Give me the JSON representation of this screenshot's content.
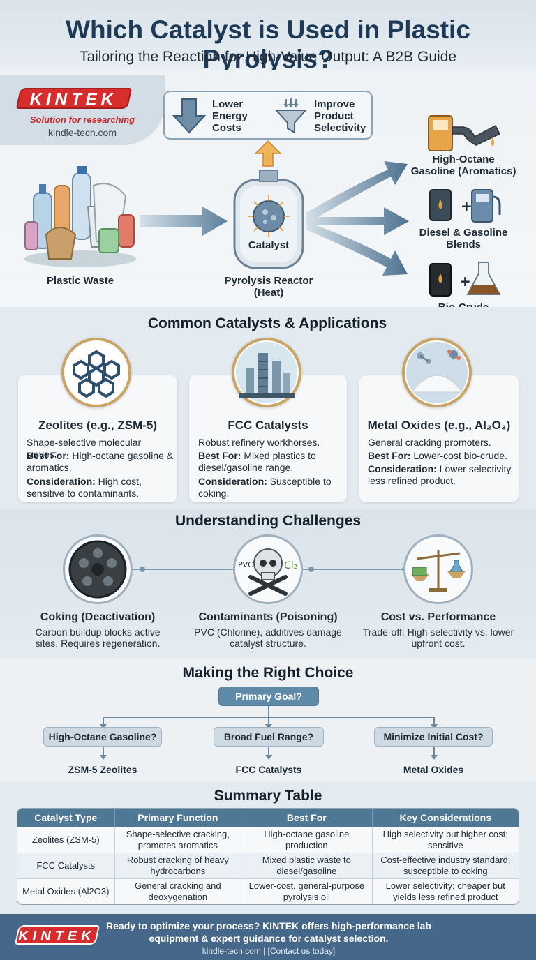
{
  "header": {
    "title": "Which Catalyst is Used in Plastic Pyrolysis?",
    "subtitle": "Tailoring the Reaction for High-Value Output: A B2B Guide"
  },
  "brand": {
    "name": "KINTEK",
    "tagline": "Solution for researching",
    "url": "kindle-tech.com",
    "color": "#d72d2d"
  },
  "process": {
    "benefits": [
      "Lower Energy Costs",
      "Improve Product Selectivity"
    ],
    "input_label": "Plastic Waste",
    "reactor_label": "Pyrolysis Reactor (Heat)",
    "catalyst_label": "Catalyst",
    "outputs": [
      {
        "label": "High-Octane Gasoline (Aromatics)"
      },
      {
        "label": "Diesel & Gasoline Blends"
      },
      {
        "label": "Bio-Crude (Feedstock)"
      }
    ]
  },
  "catalysts": {
    "title": "Common Catalysts & Applications",
    "items": [
      {
        "name": "Zeolites (e.g., ZSM-5)",
        "description": "Shape-selective molecular sieves.",
        "best_for_label": "Best For:",
        "best_for": "High-octane gasoline & aromatics.",
        "consideration_label": "Consideration:",
        "consideration": "High cost, sensitive to contaminants."
      },
      {
        "name": "FCC Catalysts",
        "description": "Robust refinery workhorses.",
        "best_for_label": "Best For:",
        "best_for": "Mixed plastics to diesel/gasoline range.",
        "consideration_label": "Consideration:",
        "consideration": "Susceptible to coking."
      },
      {
        "name": "Metal Oxides (e.g., Al₂O₃)",
        "description": "General cracking promoters.",
        "best_for_label": "Best For:",
        "best_for": "Lower-cost bio-crude.",
        "consideration_label": "Consideration:",
        "consideration": "Lower selectivity, less refined product."
      }
    ]
  },
  "challenges": {
    "title": "Understanding Challenges",
    "items": [
      {
        "title": "Coking (Deactivation)",
        "text": "Carbon buildup blocks active sites. Requires regeneration."
      },
      {
        "title": "Contaminants (Poisoning)",
        "text": "PVC (Chlorine), additives damage catalyst structure.",
        "icon_labels": [
          "PVC",
          "Cl₂"
        ]
      },
      {
        "title": "Cost vs. Performance",
        "text": "Trade-off: High selectivity vs. lower upfront cost."
      }
    ]
  },
  "choice": {
    "title": "Making the Right Choice",
    "goal": "Primary Goal?",
    "options": [
      {
        "question": "High-Octane Gasoline?",
        "answer": "ZSM-5 Zeolites"
      },
      {
        "question": "Broad Fuel Range?",
        "answer": "FCC Catalysts"
      },
      {
        "question": "Minimize Initial Cost?",
        "answer": "Metal Oxides"
      }
    ]
  },
  "summary": {
    "title": "Summary Table",
    "columns": [
      "Catalyst Type",
      "Primary Function",
      "Best For",
      "Key Considerations"
    ],
    "rows": [
      [
        "Zeolites (ZSM-5)",
        "Shape-selective cracking, promotes aromatics",
        "High-octane gasoline production",
        "High selectivity but higher cost; sensitive"
      ],
      [
        "FCC Catalysts",
        "Robust cracking of heavy hydrocarbons",
        "Mixed plastic waste to diesel/gasoline",
        "Cost-effective industry standard; susceptible to coking"
      ],
      [
        "Metal Oxides (Al2O3)",
        "General cracking and deoxygenation",
        "Lower-cost, general-purpose pyrolysis oil",
        "Lower selectivity; cheaper but yields less refined product"
      ]
    ]
  },
  "footer": {
    "text": "Ready to optimize your process? KINTEK offers high-performance lab equipment & expert guidance for catalyst selection.",
    "link": "kindle-tech.com | [Contact us today]"
  }
}
